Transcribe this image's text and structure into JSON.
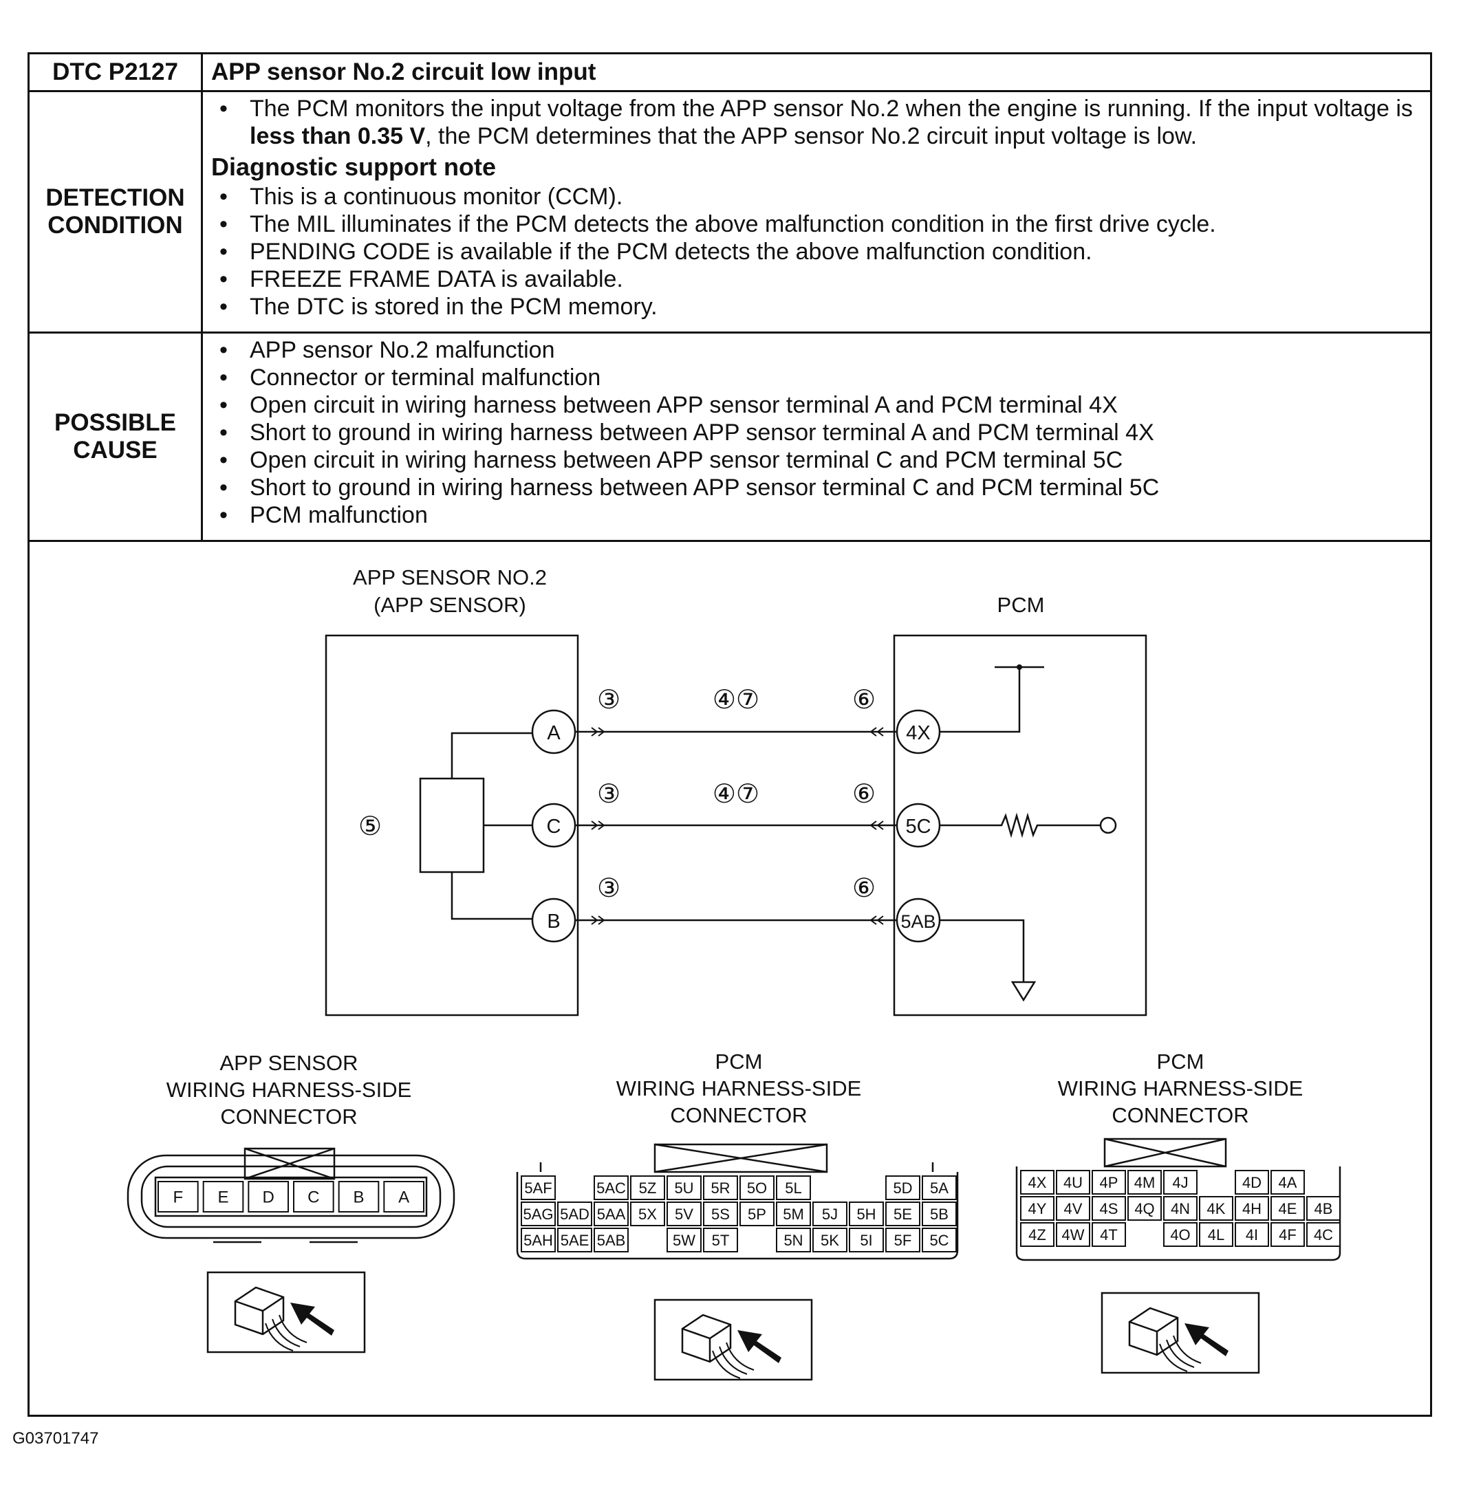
{
  "dtc": {
    "code": "DTC P2127",
    "title": "APP sensor No.2 circuit low input"
  },
  "detection": {
    "label_line1": "DETECTION",
    "label_line2": "CONDITION",
    "monitor_text_before": "The PCM monitors the input voltage from the APP sensor No.2 when the engine is running. If the input voltage is ",
    "monitor_text_bold": "less than 0.35 V",
    "monitor_text_after": ", the PCM determines that the APP sensor No.2 circuit input voltage is low.",
    "note_title": "Diagnostic support note",
    "notes": [
      "This is a continuous monitor (CCM).",
      "The MIL illuminates if the PCM detects the above malfunction condition in the first drive cycle.",
      "PENDING CODE is available if the PCM detects the above malfunction condition.",
      "FREEZE FRAME DATA is available.",
      "The DTC is stored in the PCM memory."
    ]
  },
  "possible_cause": {
    "label_line1": "POSSIBLE",
    "label_line2": "CAUSE",
    "items": [
      "APP sensor No.2 malfunction",
      "Connector or terminal malfunction",
      "Open circuit in wiring harness between APP sensor terminal A and PCM terminal 4X",
      "Short to ground in wiring harness between APP sensor terminal A and PCM terminal 4X",
      "Open circuit in wiring harness between APP sensor terminal C and PCM terminal 5C",
      "Short to ground in wiring harness between APP sensor terminal C and PCM terminal 5C",
      "PCM malfunction"
    ]
  },
  "diagram": {
    "sensor_title_line1": "APP SENSOR NO.2",
    "sensor_title_line2": "(APP SENSOR)",
    "pcm_title": "PCM",
    "sensor_terminals": [
      "A",
      "C",
      "B"
    ],
    "pcm_terminals": [
      "4X",
      "5C",
      "5AB"
    ],
    "step_refs": {
      "three": "③",
      "four_seven": "④⑦",
      "five": "⑤",
      "six": "⑥"
    }
  },
  "connectors": {
    "app": {
      "title_line1": "APP SENSOR",
      "title_line2": "WIRING HARNESS-SIDE",
      "title_line3": "CONNECTOR",
      "pins": [
        "F",
        "E",
        "D",
        "C",
        "B",
        "A"
      ]
    },
    "pcm5": {
      "title_line1": "PCM",
      "title_line2": "WIRING HARNESS-SIDE",
      "title_line3": "CONNECTOR",
      "rows": [
        [
          "5AF",
          "",
          "5AC",
          "5Z",
          "5U",
          "5R",
          "5O",
          "5L",
          "",
          "",
          "5D",
          "5A"
        ],
        [
          "5AG",
          "5AD",
          "5AA",
          "5X",
          "5V",
          "5S",
          "5P",
          "5M",
          "5J",
          "5H",
          "5E",
          "5B"
        ],
        [
          "5AH",
          "5AE",
          "5AB",
          "",
          "5W",
          "5T",
          "",
          "5N",
          "5K",
          "5I",
          "5F",
          "5C"
        ]
      ]
    },
    "pcm4": {
      "title_line1": "PCM",
      "title_line2": "WIRING HARNESS-SIDE",
      "title_line3": "CONNECTOR",
      "rows": [
        [
          "4X",
          "4U",
          "4P",
          "4M",
          "4J",
          "",
          "4D",
          "4A"
        ],
        [
          "4Y",
          "4V",
          "4S",
          "4Q",
          "4N",
          "4K",
          "4H",
          "4E",
          "4B"
        ],
        [
          "4Z",
          "4W",
          "4T",
          "",
          "4O",
          "4L",
          "4I",
          "4F",
          "4C"
        ]
      ]
    }
  },
  "figure_code": "G03701747"
}
